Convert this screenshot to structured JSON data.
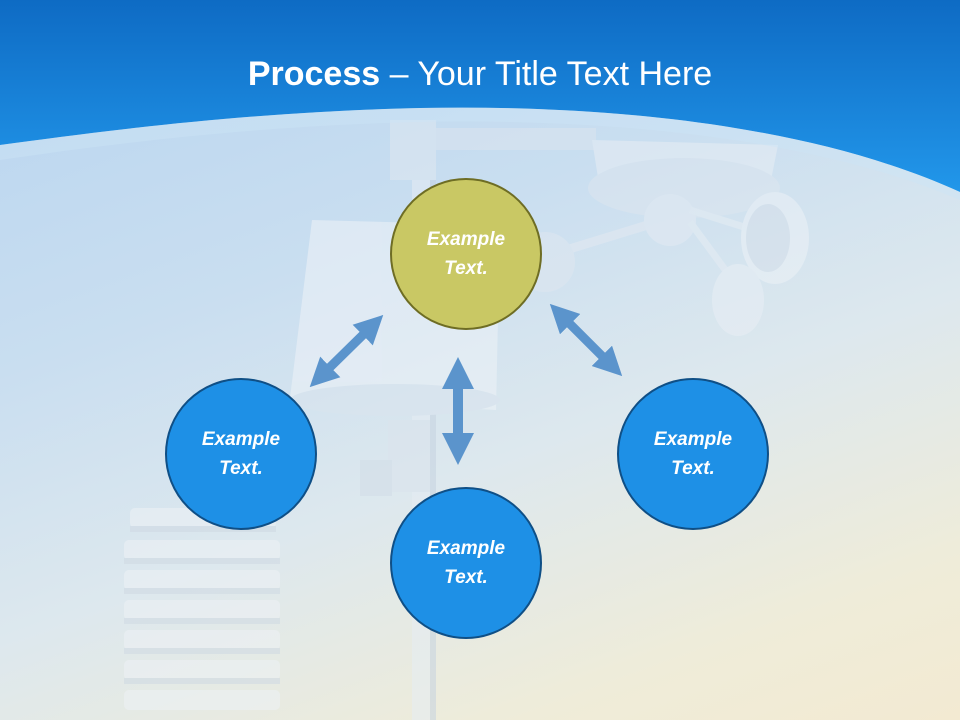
{
  "slide": {
    "title_bold": "Process",
    "title_rest": " – Your Title Text Here"
  },
  "nodes": {
    "top": "Example Text.",
    "left": "Example Text.",
    "right": "Example Text.",
    "bottom": "Example Text."
  },
  "colors": {
    "header_blue": "#1b8be0",
    "node_blue": "#1e90e6",
    "node_olive": "#c9c864",
    "arrow": "#5b94cc"
  }
}
